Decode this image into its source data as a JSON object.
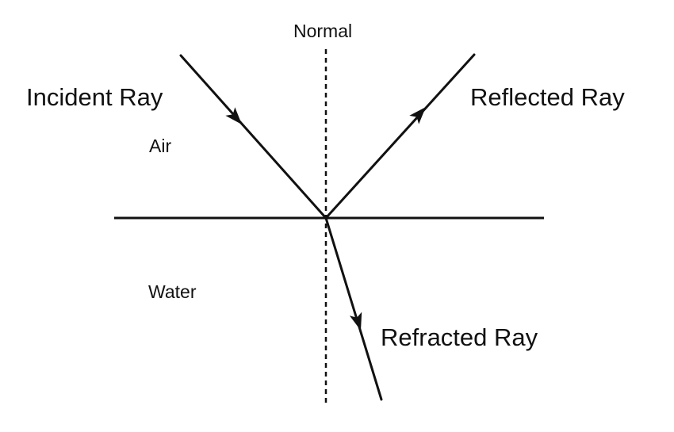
{
  "diagram": {
    "title": "",
    "labels": {
      "normal": "Normal",
      "incident": "Incident Ray",
      "reflected": "Reflected Ray",
      "refracted": "Refracted Ray",
      "upper_medium": "Air",
      "lower_medium": "Water"
    },
    "colors": {
      "line": "#111111",
      "background": "#ffffff"
    }
  }
}
